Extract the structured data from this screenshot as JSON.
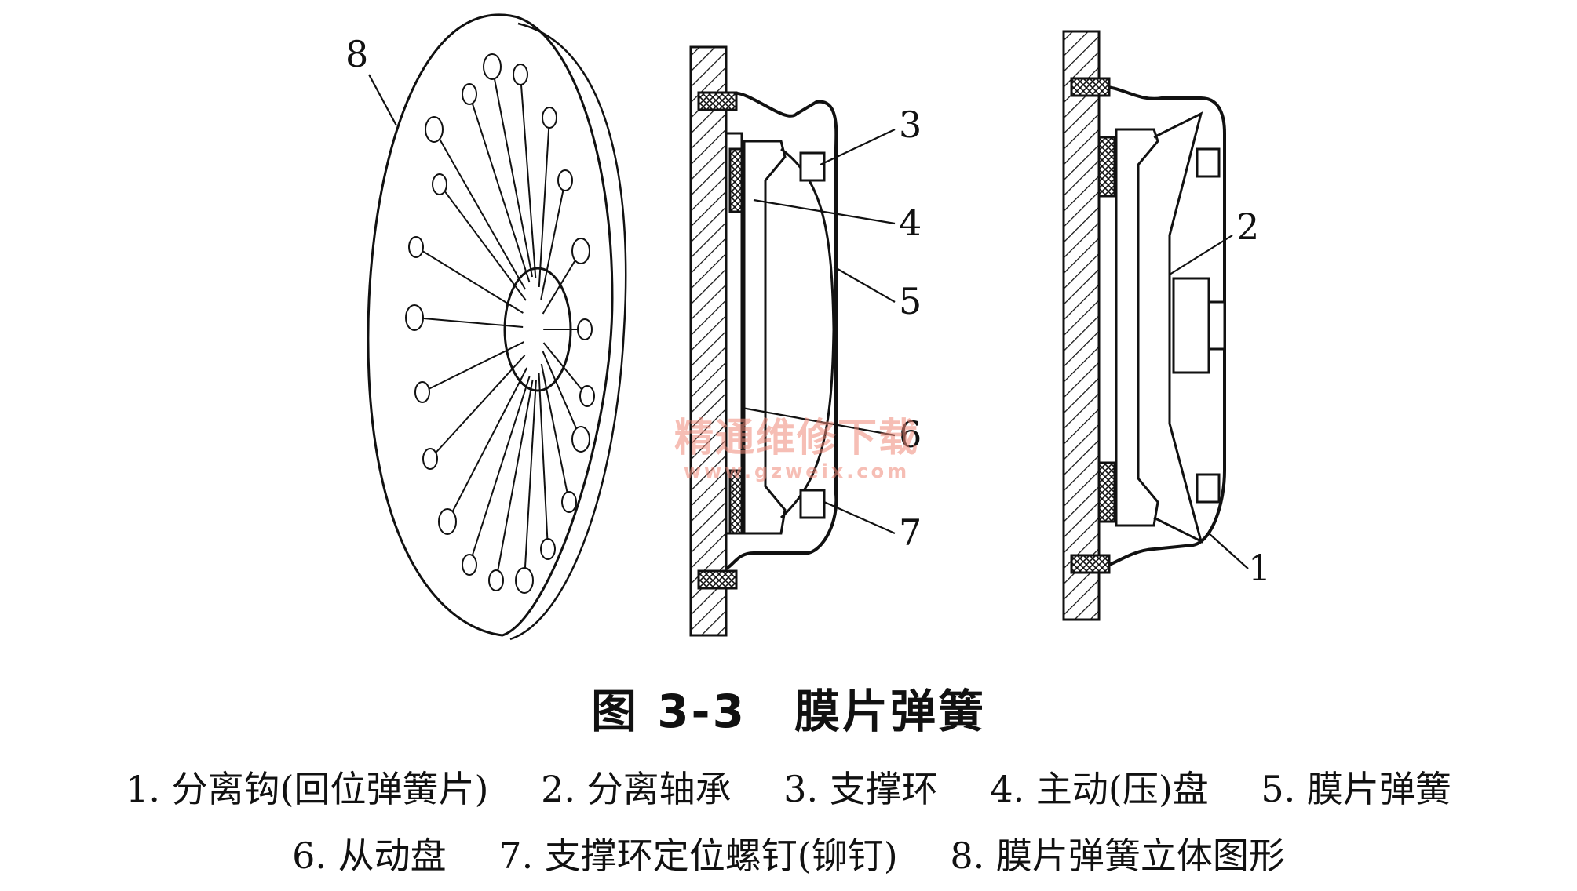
{
  "watermark": {
    "title": "精通维修下载",
    "url": "www.gzweix.com"
  },
  "callouts": {
    "c1": "1",
    "c2": "2",
    "c3": "3",
    "c4": "4",
    "c5": "5",
    "c6": "6",
    "c7": "7",
    "c8": "8"
  },
  "caption": {
    "title": "图 3-3　膜片弹簧"
  },
  "legend": {
    "row1": [
      "1. 分离钩(回位弹簧片)",
      "2. 分离轴承",
      "3. 支撑环",
      "4. 主动(压)盘",
      "5. 膜片弹簧"
    ],
    "row2": [
      "6. 从动盘",
      "7. 支撑环定位螺钉(铆钉)",
      "8. 膜片弹簧立体图形"
    ]
  },
  "colors": {
    "line": "#111111",
    "watermark": "#f08a7a",
    "background": "#ffffff"
  }
}
